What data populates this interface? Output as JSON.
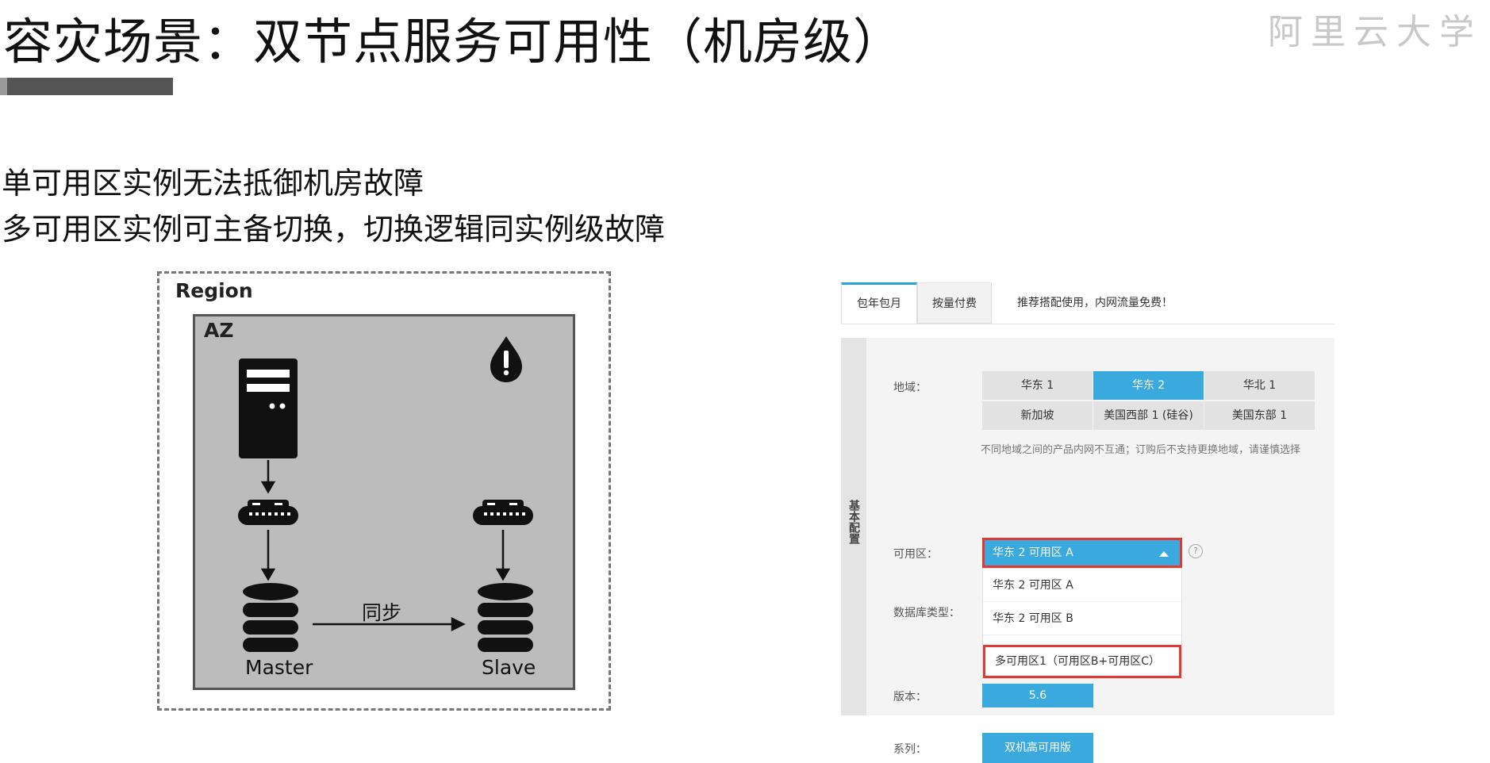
{
  "slide": {
    "title": "容灾场景：双节点服务可用性（机房级）",
    "brand": "阿里云大学",
    "bullets": [
      "单可用区实例无法抵御机房故障",
      "多可用区实例可主备切换，切换逻辑同实例级故障"
    ]
  },
  "diagram": {
    "region_label": "Region",
    "az_label": "AZ",
    "master_label": "Master",
    "slave_label": "Slave",
    "sync_label": "同步",
    "icons": [
      "server-icon",
      "switch-icon",
      "database-icon",
      "warning-drop-icon"
    ]
  },
  "console": {
    "tabs": [
      "包年包月",
      "按量付费"
    ],
    "tab_note": "推荐搭配使用，内网流量免费！",
    "side_label": "基本配置",
    "region_field_label": "地域：",
    "regions_row1": [
      "华东 1",
      "华东 2",
      "华北 1"
    ],
    "regions_row2": [
      "新加坡",
      "美国西部 1 (硅谷)",
      "美国东部 1"
    ],
    "selected_region": "华东 2",
    "region_note": "不同地域之间的产品内网不互通；订购后不支持更换地域，请谨慎选择",
    "zone_field_label": "可用区：",
    "zone_selected": "华东 2 可用区 A",
    "zone_options": [
      "华东 2 可用区 A",
      "华东 2 可用区 B",
      "多可用区1（可用区B+可用区C）"
    ],
    "db_type_label": "数据库类型：",
    "version_label": "版本：",
    "version_value": "5.6",
    "series_label": "系列：",
    "series_value": "双机高可用版",
    "colors": {
      "accent": "#3aa9de",
      "highlight": "#e03a32"
    }
  }
}
